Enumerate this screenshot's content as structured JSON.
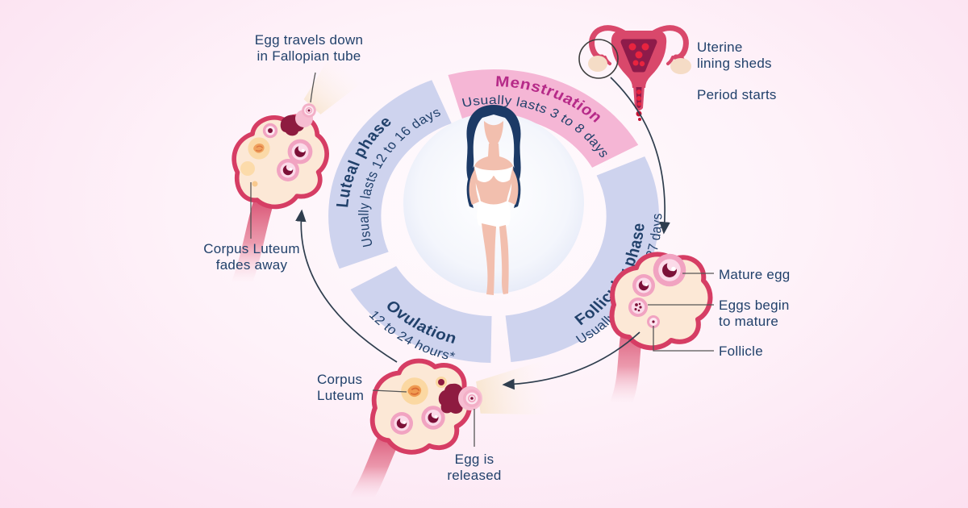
{
  "cycle": {
    "phases": [
      {
        "id": "menstruation",
        "name": "Menstruation",
        "duration": "Usually lasts 3 to 8 days"
      },
      {
        "id": "follicular",
        "name": "Follicular phase",
        "duration": "Usually lasts 11 to 27 days"
      },
      {
        "id": "ovulation",
        "name": "Ovulation",
        "duration": "12 to 24 hours*"
      },
      {
        "id": "luteal",
        "name": "Luteal phase",
        "duration": "Usually lasts 12 to 16 days"
      }
    ]
  },
  "labels": {
    "egg_travels": "Egg travels down\nin Fallopian tube",
    "uterine_lining": "Uterine\nlining sheds",
    "period_starts": "Period starts",
    "mature_egg": "Mature egg",
    "eggs_begin": "Eggs begin\nto mature",
    "follicle": "Follicle",
    "corpus_luteum": "Corpus\nLuteum",
    "egg_released": "Egg is\nreleased",
    "corpus_fades": "Corpus Luteum\nfades away"
  },
  "icons": {
    "uterus": "uterus-illustration",
    "ovary": "ovary-illustration",
    "magnifier": "magnifier-circle",
    "woman": "woman-figure"
  },
  "colors": {
    "background_pink": "#fbdcee",
    "ring_lavender": "#ced3ee",
    "ring_pink": "#f5b6d5",
    "navy_text": "#21416b",
    "magenta_text": "#b62a88",
    "ovary_outline": "#d63d64",
    "ovary_fill": "#fce8d6",
    "follicle_dark": "#7c1038",
    "corpus_luteum_orange": "#ef9a50",
    "uterus_rose": "#d9486b",
    "uterus_dark": "#8e1b4a",
    "arrow": "#2f3e4e"
  }
}
